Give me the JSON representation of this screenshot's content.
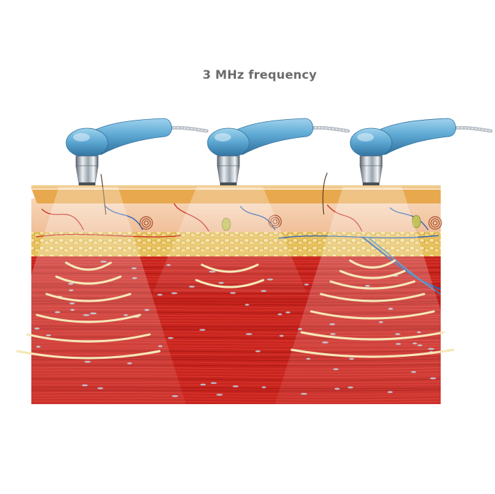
{
  "title": "3 MHz frequency",
  "colors": {
    "muscle": "#c8241e",
    "muscle_dark": "#9e1512",
    "skin": "#f3c9a8",
    "epidermis": "#e8a84e",
    "fat": "#eacb6e",
    "probe": "#5ea9d4",
    "wave": "#f6e7b8"
  },
  "probes": [
    {
      "name": "probe-left"
    },
    {
      "name": "probe-middle"
    },
    {
      "name": "probe-right"
    }
  ],
  "icons": [
    "ultrasound-probe-icon",
    "tissue-cross-section",
    "ultrasound-wave-beam"
  ]
}
